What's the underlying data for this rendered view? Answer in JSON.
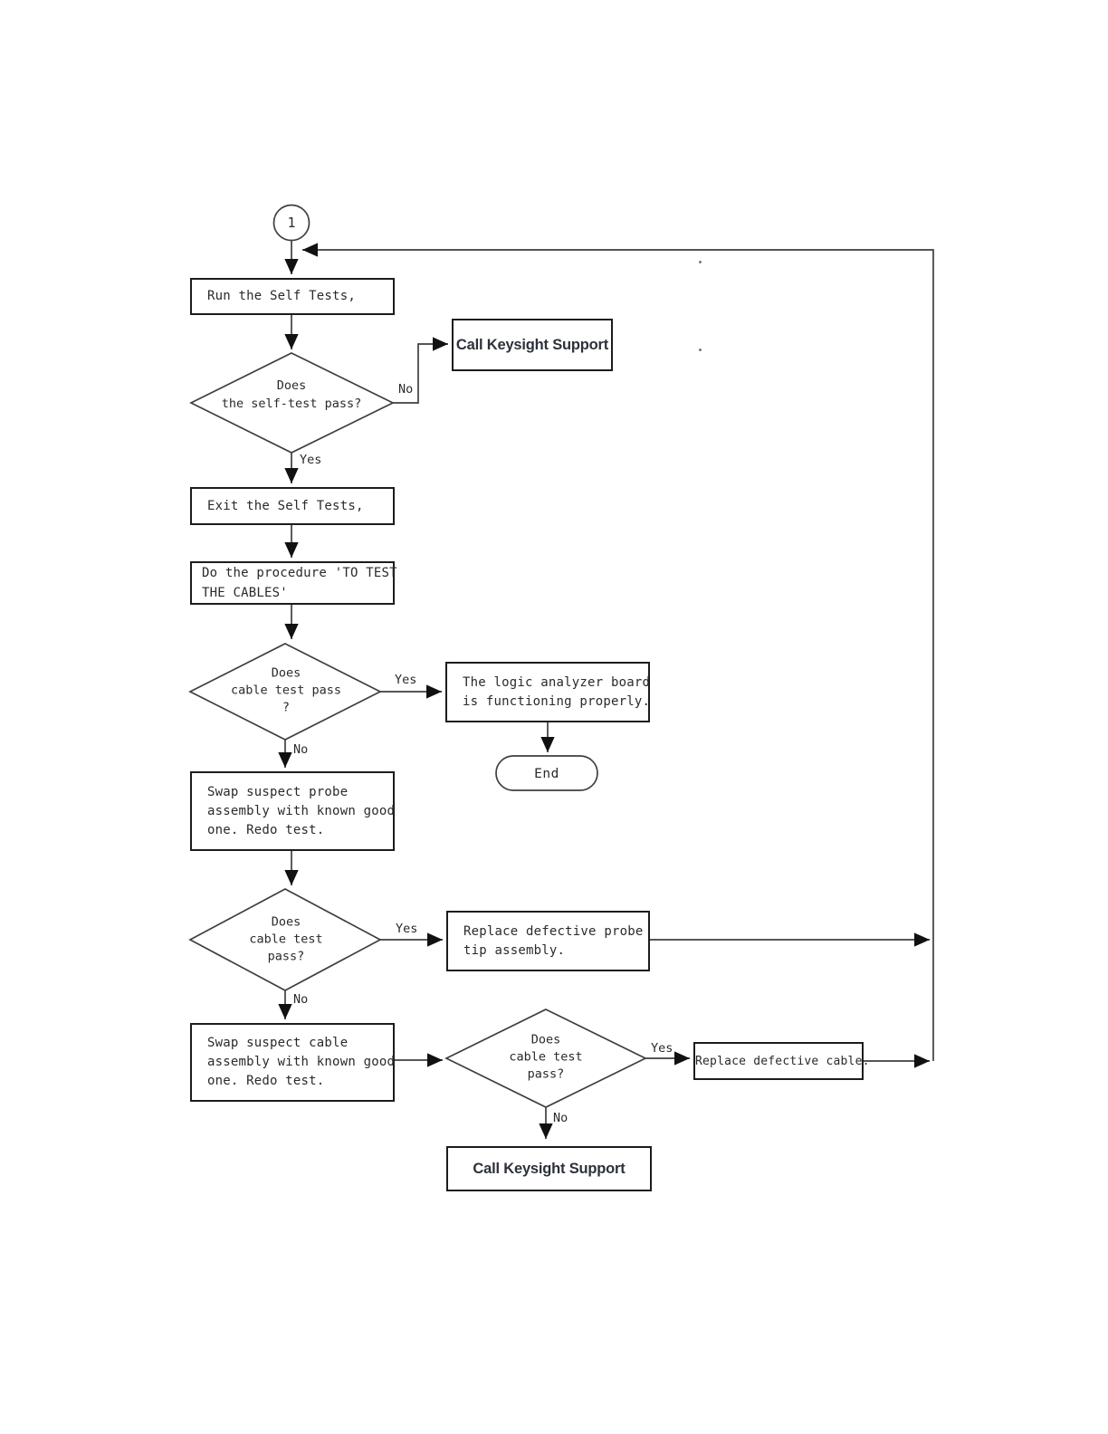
{
  "diagram": {
    "start": {
      "label": "1"
    },
    "nodes": {
      "run_self_tests": {
        "lines": [
          "Run the Self Tests,"
        ]
      },
      "self_test_pass": {
        "lines": [
          "Does",
          "the self-test pass?"
        ]
      },
      "call_support_top": {
        "label": "Call Keysight Support"
      },
      "exit_self_tests": {
        "lines": [
          "Exit the Self Tests,"
        ]
      },
      "do_procedure": {
        "lines": [
          "Do the procedure 'TO TEST",
          "THE CABLES'"
        ]
      },
      "cable_test_1": {
        "lines": [
          "Does",
          "cable test pass",
          "?"
        ]
      },
      "board_ok": {
        "lines": [
          "The logic analyzer board",
          "is functioning properly."
        ]
      },
      "end": {
        "label": "End"
      },
      "swap_probe": {
        "lines": [
          "Swap suspect probe",
          "assembly with known good",
          "one. Redo test."
        ]
      },
      "cable_test_2": {
        "lines": [
          "Does",
          "cable test",
          "pass?"
        ]
      },
      "replace_probe_tip": {
        "lines": [
          "Replace defective probe",
          "tip assembly."
        ]
      },
      "swap_cable": {
        "lines": [
          "Swap suspect cable",
          "assembly with known good",
          "one. Redo test."
        ]
      },
      "cable_test_3": {
        "lines": [
          "Does",
          "cable test",
          "pass?"
        ]
      },
      "replace_cable": {
        "label": "Replace defective cable."
      },
      "call_support_bottom": {
        "label": "Call Keysight Support"
      }
    },
    "edge_labels": {
      "no_1": "No",
      "yes_1": "Yes",
      "yes_2": "Yes",
      "no_2": "No",
      "yes_3": "Yes",
      "no_3": "No",
      "yes_4": "Yes",
      "no_4": "No"
    },
    "colors": {
      "line": "#3f3f3f",
      "arrow": "#111111",
      "box_border": "#1c1c1c",
      "text": "#2a2a2a",
      "support_text": "#2c313a"
    }
  }
}
